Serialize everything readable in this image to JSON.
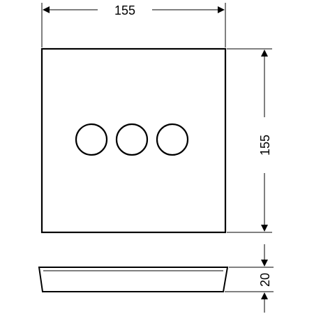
{
  "dimensions": {
    "width": "155",
    "height": "155",
    "depth": "20"
  },
  "colors": {
    "line": "#000000",
    "background": "#ffffff"
  }
}
